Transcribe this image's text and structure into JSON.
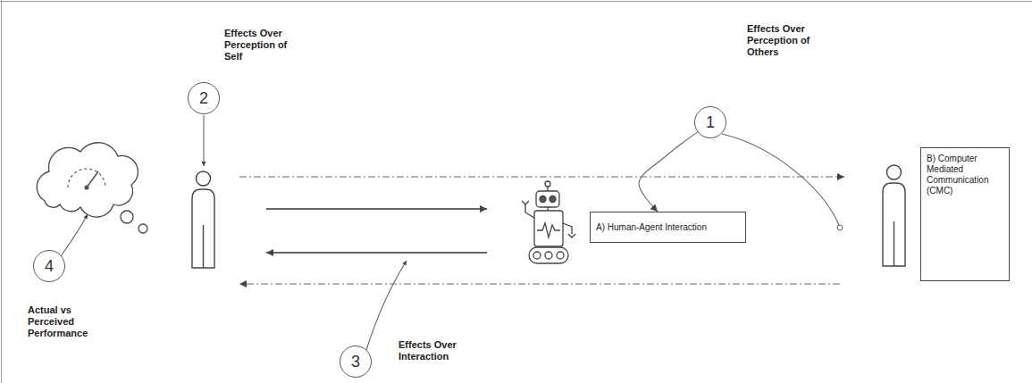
{
  "diagram": {
    "nodes": [
      {
        "text": [
          "2",
          "Effects Over Perception of Self"
        ]
      },
      {
        "text": [
          "1",
          "Effects Over Perception of Others"
        ]
      },
      {
        "text": [
          "A) Human-Agent Interaction"
        ]
      },
      {
        "text": [
          "B) Computer Mediated Communication (CMC)"
        ]
      },
      {
        "text": [
          "4",
          "Actual vs Perceived Performance"
        ]
      },
      {
        "text": [
          "3",
          "Effects Over Interaction"
        ]
      }
    ],
    "edges": [
      {
        "from": 1,
        "to": 2,
        "arrow": "to"
      }
    ]
  }
}
